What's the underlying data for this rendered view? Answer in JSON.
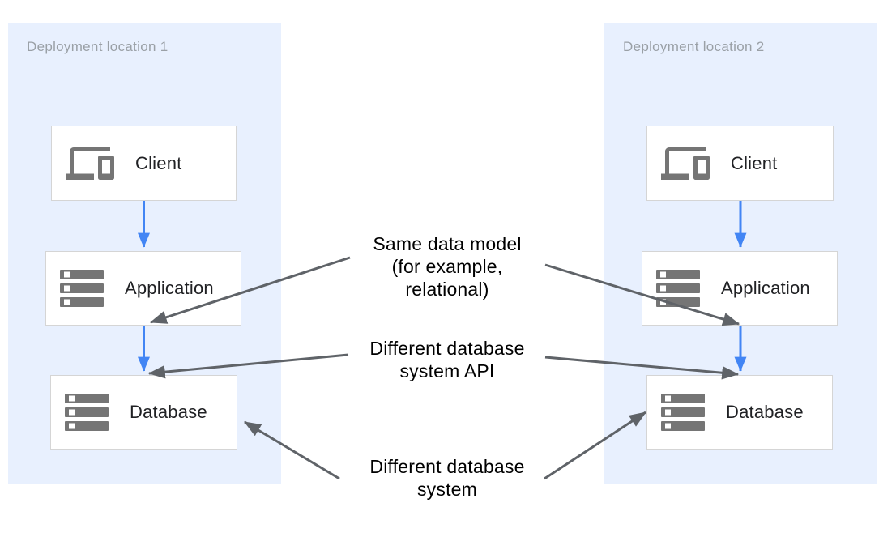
{
  "diagram": {
    "panels": [
      {
        "title": "Deployment location 1",
        "nodes": [
          {
            "label": "Client",
            "icon": "devices-icon"
          },
          {
            "label": "Application",
            "icon": "server-stack-icon"
          },
          {
            "label": "Database",
            "icon": "server-stack-icon"
          }
        ]
      },
      {
        "title": "Deployment location 2",
        "nodes": [
          {
            "label": "Client",
            "icon": "devices-icon"
          },
          {
            "label": "Application",
            "icon": "server-stack-icon"
          },
          {
            "label": "Database",
            "icon": "server-stack-icon"
          }
        ]
      }
    ],
    "annotations": [
      {
        "lines": [
          "Same data model",
          "(for example,",
          "relational)"
        ]
      },
      {
        "lines": [
          "Different database",
          "system API"
        ]
      },
      {
        "lines": [
          "Different database",
          "system"
        ]
      }
    ],
    "colors": {
      "panel_bg": "#e8f0fe",
      "panel_title": "#9aa0a6",
      "node_border": "#d5d5d5",
      "node_label": "#202124",
      "icon": "#757575",
      "flow_arrow": "#4285f4",
      "annotation_arrow": "#5f6368",
      "annotation_text": "#000000"
    }
  }
}
